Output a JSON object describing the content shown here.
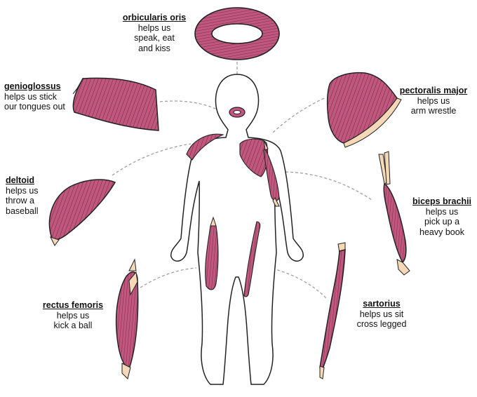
{
  "colors": {
    "muscle": "#c2577e",
    "muscle_stroke": "#1a1a1a",
    "tendon": "#f4d8b8",
    "body_outline": "#222222",
    "connector": "#999999"
  },
  "muscles": [
    {
      "id": "orbicularis",
      "name": "orbicularis oris",
      "lines": [
        "helps us",
        "speak, eat",
        "and kiss"
      ]
    },
    {
      "id": "genioglossus",
      "name": "genioglossus",
      "lines": [
        "helps us stick",
        "our tongues out"
      ]
    },
    {
      "id": "pectoralis",
      "name": "pectoralis major",
      "lines": [
        "helps us",
        "arm wrestle"
      ]
    },
    {
      "id": "deltoid",
      "name": "deltoid",
      "lines": [
        "helps us",
        "throw a",
        "baseball"
      ]
    },
    {
      "id": "biceps",
      "name": "biceps brachii",
      "lines": [
        "helps us",
        "pick up a",
        "heavy book"
      ]
    },
    {
      "id": "rectus",
      "name": "rectus femoris",
      "lines": [
        "helps us",
        "kick a ball"
      ]
    },
    {
      "id": "sartorius",
      "name": "sartorius",
      "lines": [
        "helps us sit",
        "cross legged"
      ]
    }
  ]
}
